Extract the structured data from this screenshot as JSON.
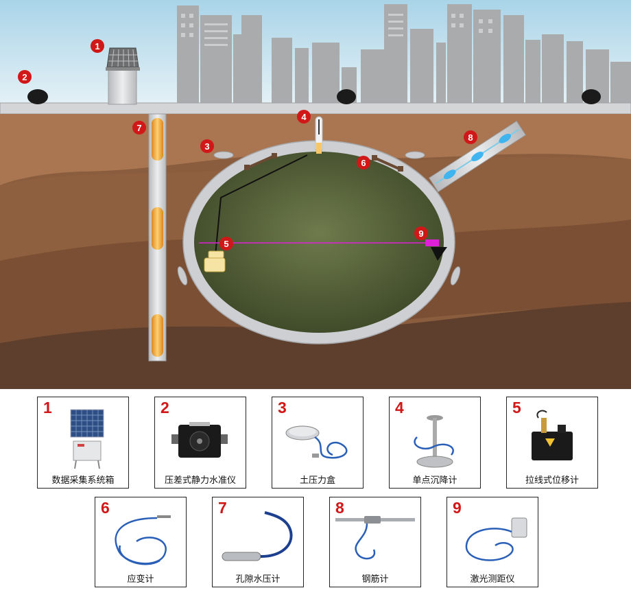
{
  "markers": {
    "m1": "1",
    "m2": "2",
    "m3": "3",
    "m4": "4",
    "m5": "5",
    "m6": "6",
    "m7": "7",
    "m8": "8",
    "m9": "9"
  },
  "legend": {
    "items": [
      {
        "num": "1",
        "label": "数据采集系统箱",
        "icon": "solar-panel-data-box-icon"
      },
      {
        "num": "2",
        "label": "压差式静力水准仪",
        "icon": "level-gauge-icon"
      },
      {
        "num": "3",
        "label": "土压力盒",
        "icon": "pressure-cell-icon"
      },
      {
        "num": "4",
        "label": "单点沉降计",
        "icon": "settlement-gauge-icon"
      },
      {
        "num": "5",
        "label": "拉线式位移计",
        "icon": "wire-displacement-icon"
      },
      {
        "num": "6",
        "label": "应变计",
        "icon": "strain-gauge-icon"
      },
      {
        "num": "7",
        "label": "孔隙水压计",
        "icon": "piezometer-icon"
      },
      {
        "num": "8",
        "label": "钢筋计",
        "icon": "rebar-meter-icon"
      },
      {
        "num": "9",
        "label": "激光测距仪",
        "icon": "laser-rangefinder-icon"
      }
    ]
  },
  "colors": {
    "marker_red": "#d01818",
    "sky": "#cfe7f2",
    "soil_dark": "#5e3e2c",
    "lining": "#cdcfd2",
    "tunnel_inside": "#47562f",
    "laser_line": "#e020d8"
  }
}
